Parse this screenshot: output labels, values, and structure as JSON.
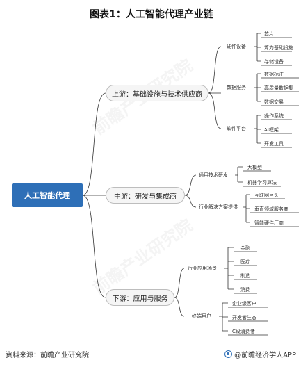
{
  "header": {
    "title": "图表1：人工智能代理产业链"
  },
  "root": {
    "label": "人工智能代理"
  },
  "upstream": {
    "label": "上游：基础设施与技术供应商",
    "groups": [
      {
        "label": "硬件设备",
        "items": [
          "芯片",
          "算力基础设施",
          "存储设备"
        ]
      },
      {
        "label": "数据服务",
        "items": [
          "数据标注",
          "高质量数据集",
          "数据交易"
        ]
      },
      {
        "label": "软件平台",
        "items": [
          "操作系统",
          "AI框架",
          "开发工具"
        ]
      }
    ]
  },
  "midstream": {
    "label": "中游：研发与集成商",
    "groups": [
      {
        "label": "通用技术研发",
        "items": [
          "大模型",
          "机器学习算法"
        ]
      },
      {
        "label": "行业解决方案提供",
        "items": [
          "互联网巨头",
          "垂直领域服务商",
          "智能硬件厂商"
        ]
      }
    ]
  },
  "downstream": {
    "label": "下游：应用与服务",
    "groups": [
      {
        "label": "行业应用场景",
        "items": [
          "金融",
          "医疗",
          "制造",
          "消费"
        ]
      },
      {
        "label": "终端用户",
        "items": [
          "企业级客户",
          "开发者生态",
          "C段消费者"
        ]
      }
    ]
  },
  "footer": {
    "source": "资料来源：前瞻产业研究院",
    "brand": "@前瞻经济学人APP"
  },
  "colors": {
    "root_fill": "#2e6fb7",
    "line": "#333333",
    "box_fill": "#f5f5f5"
  }
}
